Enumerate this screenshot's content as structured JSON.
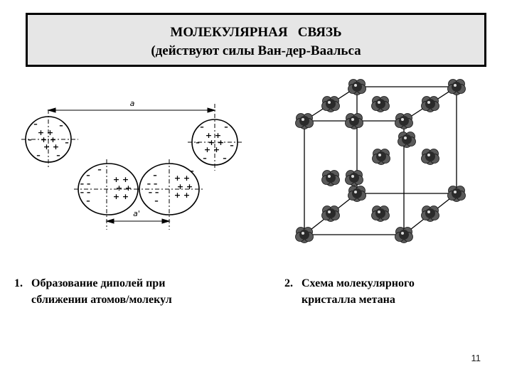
{
  "slide": {
    "title_line1": "МОЛЕКУЛЯРНАЯ   СВЯЗЬ",
    "title_line2": "(действуют силы Ван-дер-Ваальса",
    "page_number": "11"
  },
  "figure_left": {
    "distance_label_top": "a",
    "distance_label_bottom": "a'",
    "caption_number": "1.",
    "caption_line1": "Образование диполей при",
    "caption_line2": "сближении атомов/молекул"
  },
  "figure_right": {
    "caption_number": "2.",
    "caption_line1": "Схема молекулярного",
    "caption_line2": "кристалла метана"
  },
  "colors": {
    "title_background": "#e6e6e6",
    "border": "#000000",
    "molecule_dark": "#2a2a2a"
  }
}
